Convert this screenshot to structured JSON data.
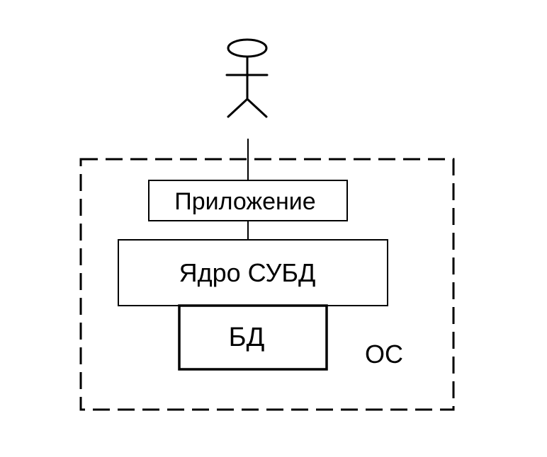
{
  "diagram": {
    "actor": {
      "label": ""
    },
    "application": {
      "label": "Приложение"
    },
    "dbms_core": {
      "label": "Ядро СУБД"
    },
    "database": {
      "label": "БД"
    },
    "os": {
      "label": "ОС"
    }
  },
  "colors": {
    "stroke": "#000000",
    "background": "#ffffff"
  }
}
